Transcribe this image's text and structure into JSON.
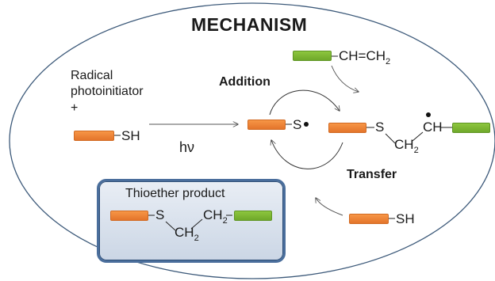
{
  "title": "MECHANISM",
  "initiator": {
    "line1": "Radical",
    "line2": "photoinitiator",
    "plus": "+"
  },
  "reactant_thiol": {
    "sh": "SH"
  },
  "light": {
    "label": "hν"
  },
  "radical": {
    "s": "S"
  },
  "alkene": {
    "text": "CH=CH",
    "sub": "2"
  },
  "steps": {
    "addition": "Addition",
    "transfer": "Transfer"
  },
  "intermediate": {
    "s": "S",
    "ch2": "CH",
    "ch2_sub": "2",
    "ch": "CH"
  },
  "second_thiol": {
    "sh": "SH"
  },
  "product": {
    "title": "Thioether product",
    "s": "S",
    "ch2a": "CH",
    "ch2a_sub": "2",
    "ch2b": "CH",
    "ch2b_sub": "2"
  },
  "colors": {
    "orange": "#f79646",
    "green": "#8dc63f",
    "box_border": "#4a6e9c",
    "oval_border": "#3d5a7a"
  }
}
